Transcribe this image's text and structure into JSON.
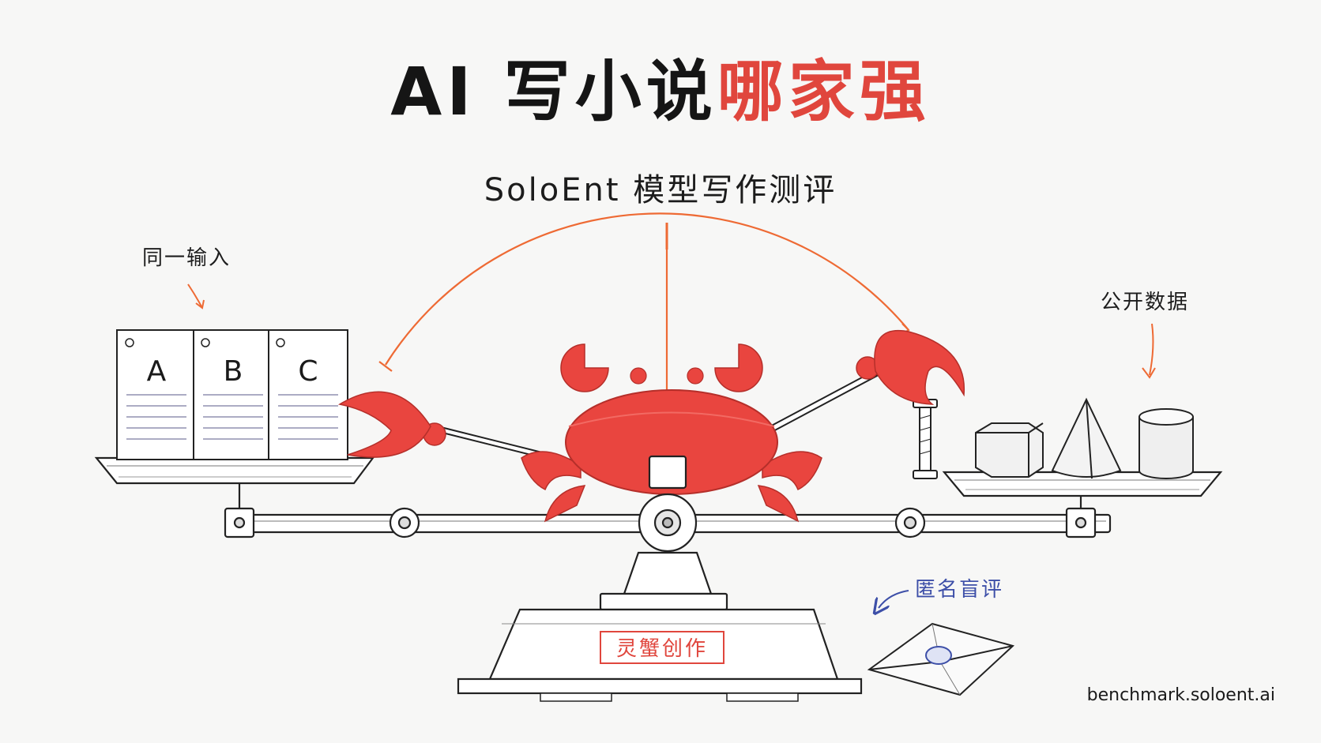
{
  "title": {
    "main": "AI 写小说",
    "accent": "哪家强"
  },
  "subtitle": "SoloEnt 模型写作测评",
  "notes": {
    "same_input": "同一输入",
    "public_data": "公开数据",
    "blind_review": "匿名盲评"
  },
  "documents": [
    {
      "letter": "A"
    },
    {
      "letter": "B"
    },
    {
      "letter": "C"
    }
  ],
  "base_label": "灵蟹创作",
  "url": "benchmark.soloent.ai",
  "colors": {
    "accent": "#e0463d",
    "arc": "#ee6a34",
    "ink": "#151515",
    "blind": "#3d4fa8"
  },
  "icons": [
    "crab-icon",
    "scale-icon",
    "envelope-icon",
    "cube-icon",
    "cone-icon",
    "cylinder-icon",
    "arrow-icon"
  ]
}
